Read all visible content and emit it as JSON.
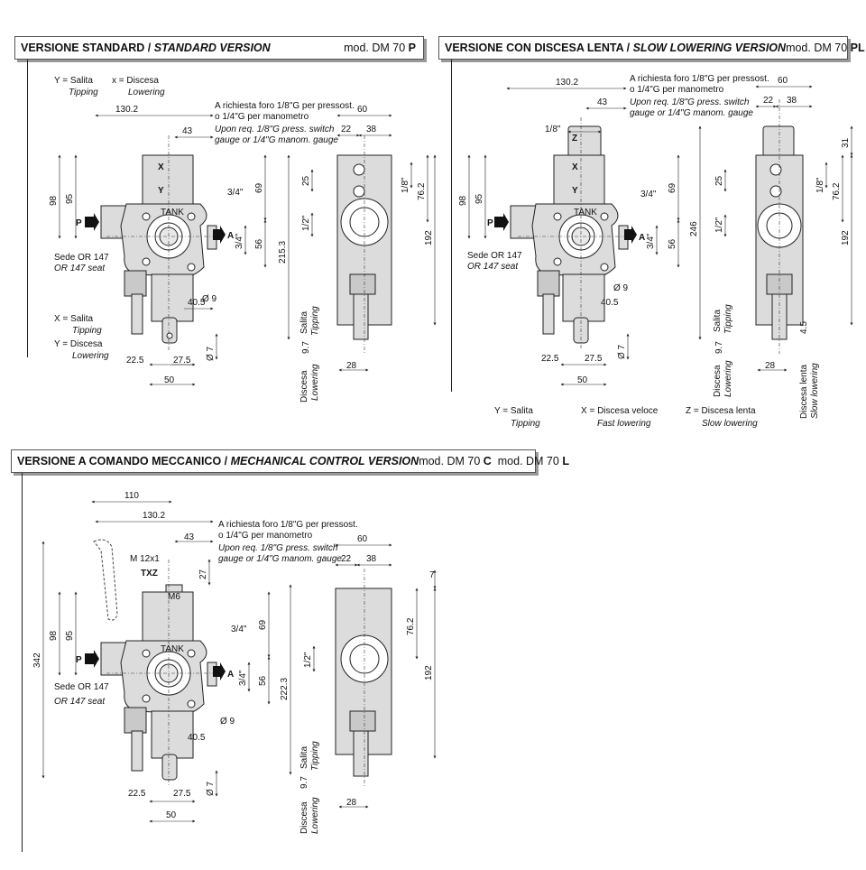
{
  "sections": {
    "standard": {
      "title_it": "VERSIONE STANDARD /",
      "title_en": "STANDARD VERSION",
      "model_prefix": "mod. DM 70",
      "model_suffix": "P"
    },
    "slow": {
      "title_it": "VERSIONE CON DISCESA LENTA /",
      "title_en": "SLOW LOWERING VERSION",
      "model_prefix": "mod. DM 70",
      "model_suffix": "PL"
    },
    "mechanical": {
      "title_it": "VERSIONE A COMANDO MECCANICO /",
      "title_en": "MECHANICAL CONTROL VERSION",
      "model_prefix": "mod. DM 70",
      "model_c": "C",
      "model_prefix2": "mod. DM 70",
      "model_l": "L"
    }
  },
  "legend": {
    "y_salita": "Y = Salita",
    "tipping": "Tipping",
    "x_discesa": "x = Discesa",
    "lowering": "Lowering",
    "X_salita": "X = Salita",
    "Y_discesa": "Y = Discesa",
    "x_veloce": "X = Discesa veloce",
    "fast_lowering": "Fast lowering",
    "z_lenta": "Z = Discesa lenta",
    "slow_lowering": "Slow lowering"
  },
  "notes": {
    "req_it1": "A richiesta foro 1/8\"G per pressost.",
    "req_it2": "o 1/4\"G per manometro",
    "req_en1": "Upon req. 1/8\"G press. switch",
    "req_en2": "gauge or 1/4\"G manom. gauge",
    "sede": "Sede OR 147",
    "seat": "OR 147 seat",
    "tank": "TANK",
    "salita": "Salita",
    "discesa": "Discesa",
    "discesa_lenta": "Discesa lenta",
    "slow_lowering_v": "Slow lowering",
    "m12": "M 12x1",
    "txz": "TXZ",
    "m6": "M6"
  },
  "ports": {
    "p": "P",
    "a": "A",
    "x": "X",
    "y": "Y",
    "z": "Z"
  },
  "dims": {
    "d130": "130.2",
    "d43": "43",
    "d60": "60",
    "d22": "22",
    "d38": "38",
    "d98": "98",
    "d95": "95",
    "d34": "3/4\"",
    "d69": "69",
    "d56": "56",
    "d2153": "215.3",
    "d25": "25",
    "d18": "1/8\"",
    "d762": "76.2",
    "d12": "1/2\"",
    "d192": "192",
    "d405": "40.5",
    "d9": "Ø 9",
    "d7": "Ø 7",
    "d225": "22.5",
    "d275": "27.5",
    "d50": "50",
    "d97": "9.7",
    "d28": "28",
    "d246": "246",
    "d31": "31",
    "d45": "4.5",
    "d110": "110",
    "d27": "27",
    "d342": "342",
    "d2223": "222.3",
    "d7b": "7"
  }
}
